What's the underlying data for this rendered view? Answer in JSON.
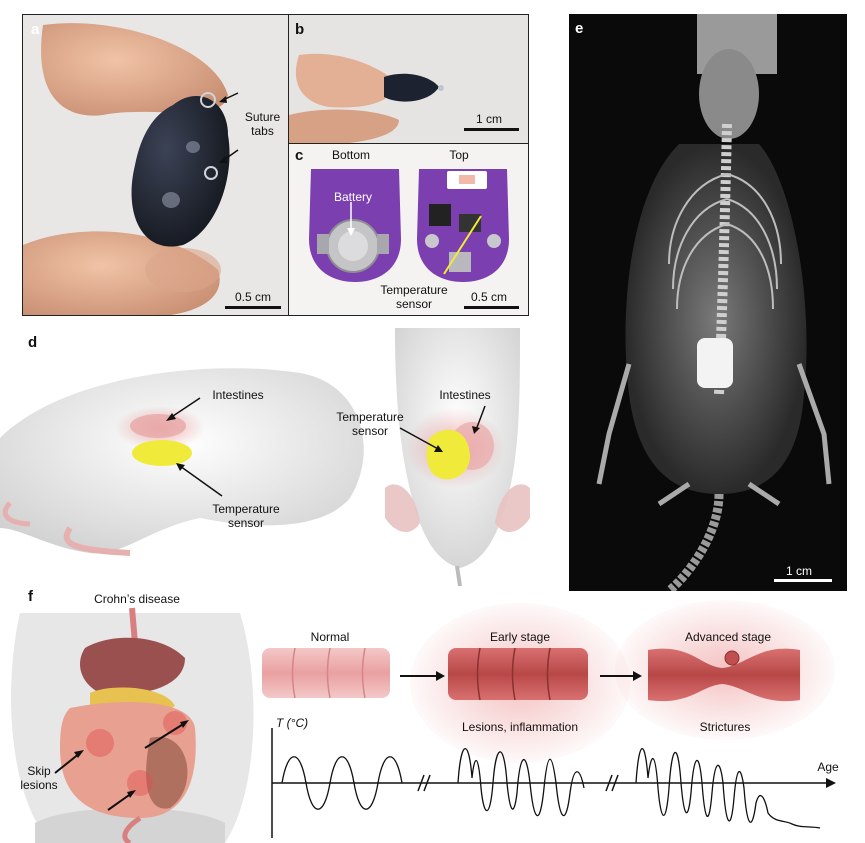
{
  "figure": {
    "panel_a": {
      "label": "a",
      "annotation": "Suture\ntabs",
      "scale": "0.5 cm"
    },
    "panel_b": {
      "label": "b",
      "scale": "1 cm"
    },
    "panel_c": {
      "label": "c",
      "bottom": "Bottom",
      "top": "Top",
      "battery": "Battery",
      "sensor": "Temperature\nsensor",
      "scale": "0.5 cm"
    },
    "panel_d": {
      "label": "d",
      "side_intestines": "Intestines",
      "side_sensor": "Temperature\nsensor",
      "front_sensor": "Temperature\nsensor",
      "front_intestines": "Intestines"
    },
    "panel_e": {
      "label": "e",
      "scale": "1 cm"
    },
    "panel_f": {
      "label": "f",
      "crohns": "Crohn’s disease",
      "skip": "Skip\nlesions",
      "normal": "Normal",
      "early": "Early stage",
      "lesions": "Lesions, inflammation",
      "advanced": "Advanced stage",
      "strictures": "Strictures",
      "y_axis": "T (°C)",
      "x_axis": "Age"
    }
  },
  "colors": {
    "device_body": "#1e2230",
    "pcb_purple": "#7b3fb0",
    "sensor_yellow": "#f0ea3a",
    "intestine_pink": "#e9a8a8",
    "inflammation_red": "#e05050"
  }
}
